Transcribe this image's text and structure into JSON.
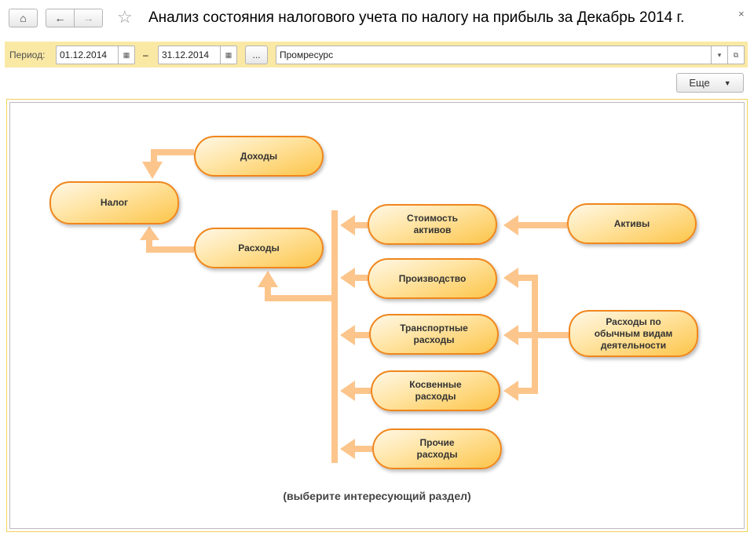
{
  "window": {
    "title": "Анализ состояния налогового учета по налогу на прибыль за Декабрь 2014 г.",
    "close": "×"
  },
  "filter": {
    "period_label": "Период:",
    "date_from": "01.12.2014",
    "dash": "–",
    "date_to": "31.12.2014",
    "ellipsis": "...",
    "organization": "Промресурс"
  },
  "toolbar": {
    "more": "Еще"
  },
  "diagram": {
    "income": "Доходы",
    "tax": "Налог",
    "expenses": "Расходы",
    "asset_cost": "Стоимость активов",
    "production": "Производство",
    "transport": "Транспортные расходы",
    "indirect": "Косвенные расходы",
    "other": "Прочие расходы",
    "assets": "Активы",
    "ordinary": "Расходы по обычным видам деятельности",
    "hint": "(выберите интересующий раздел)"
  }
}
